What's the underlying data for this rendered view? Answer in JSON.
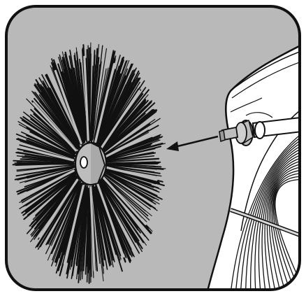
{
  "illustration": {
    "parts": [
      {
        "name": "brush-head",
        "icon": "round-brush-icon"
      },
      {
        "name": "brush-hub",
        "icon": "hub-icon"
      },
      {
        "name": "direction-arrow",
        "icon": "arrow-left-icon"
      },
      {
        "name": "drive-shaft",
        "icon": "shaft-icon"
      },
      {
        "name": "cable-reel-housing",
        "icon": "reel-icon"
      },
      {
        "name": "coiled-cable",
        "icon": "coil-icon"
      }
    ],
    "colors": {
      "frame_background": "#b9b9b9",
      "frame_border": "#111111",
      "bristle": "#111111",
      "spoke": "#bdbdbd",
      "hub_fill": "#bdbdbd",
      "housing_fill": "#ffffff",
      "outline": "#111111"
    }
  }
}
